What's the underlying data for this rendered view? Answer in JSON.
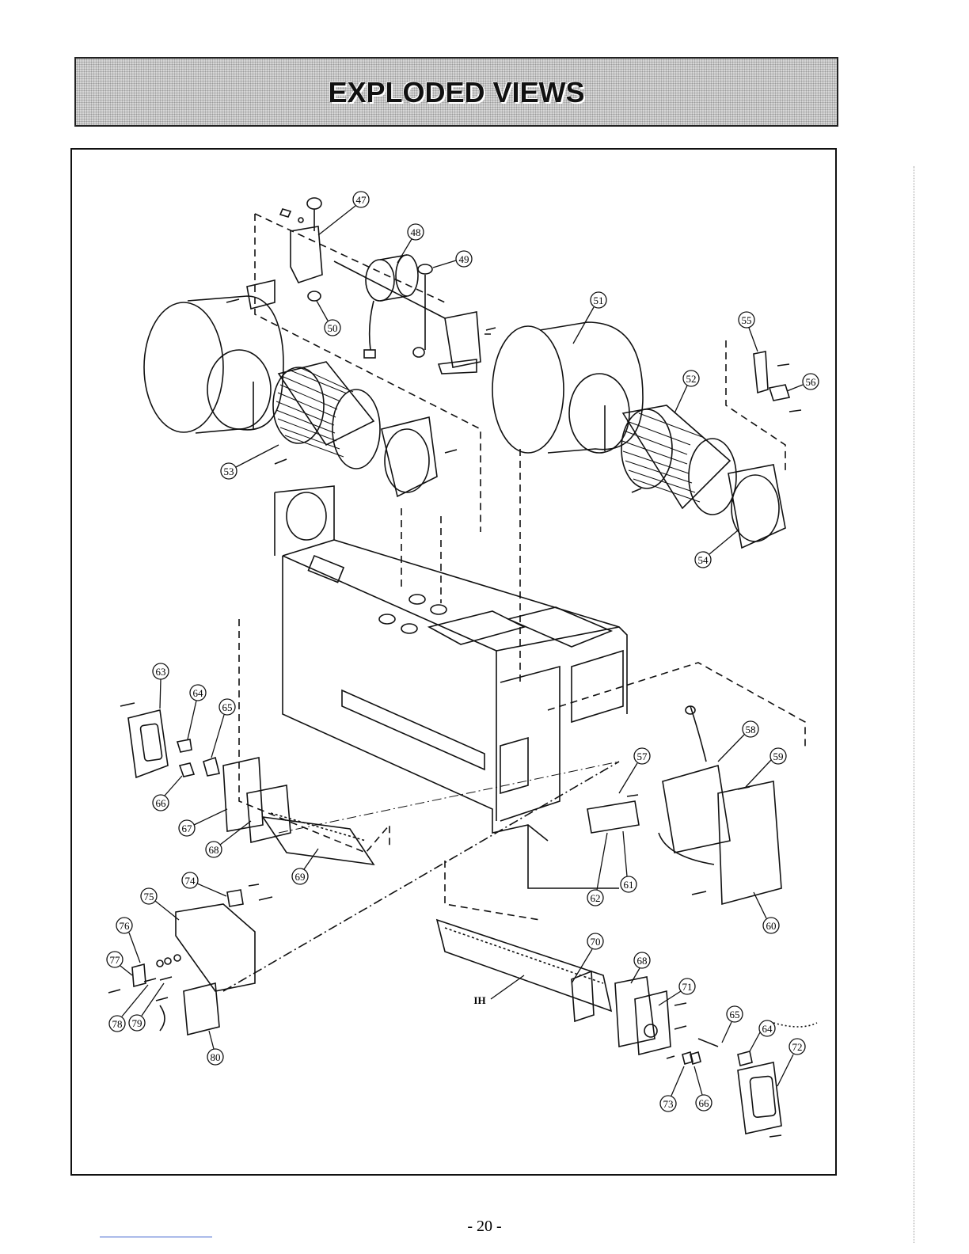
{
  "header": {
    "title": "EXPLODED VIEWS"
  },
  "footer": {
    "page_number": "- 20 -"
  },
  "diagram": {
    "callouts": [
      "47",
      "48",
      "49",
      "50",
      "51",
      "52",
      "53",
      "54",
      "55",
      "56",
      "57",
      "58",
      "59",
      "60",
      "61",
      "62",
      "63",
      "64",
      "65",
      "66",
      "67",
      "68",
      "69",
      "70",
      "71",
      "72",
      "73",
      "74",
      "75",
      "76",
      "77",
      "78",
      "79",
      "80",
      "64",
      "65",
      "66",
      "68"
    ],
    "extra_label": "IH"
  }
}
